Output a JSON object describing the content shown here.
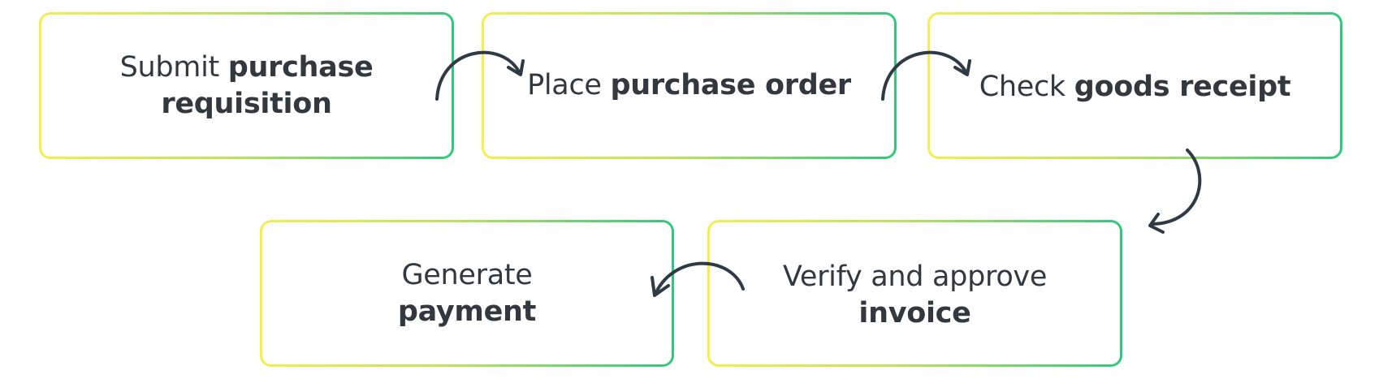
{
  "steps": [
    {
      "id": "submit-requisition",
      "normal": "Submit ",
      "bold": "purchase requisition"
    },
    {
      "id": "place-order",
      "normal": "Place ",
      "bold": "purchase order"
    },
    {
      "id": "check-receipt",
      "normal": "Check ",
      "bold": "goods receipt"
    },
    {
      "id": "verify-invoice",
      "normal": "Verify and approve ",
      "bold": "invoice"
    },
    {
      "id": "generate-payment",
      "normal": "Generate ",
      "bold": "payment"
    }
  ],
  "colors": {
    "border_start": "#f4ef4a",
    "border_end": "#2fc97c",
    "text": "#33383f",
    "arrow": "#2f3a45"
  }
}
